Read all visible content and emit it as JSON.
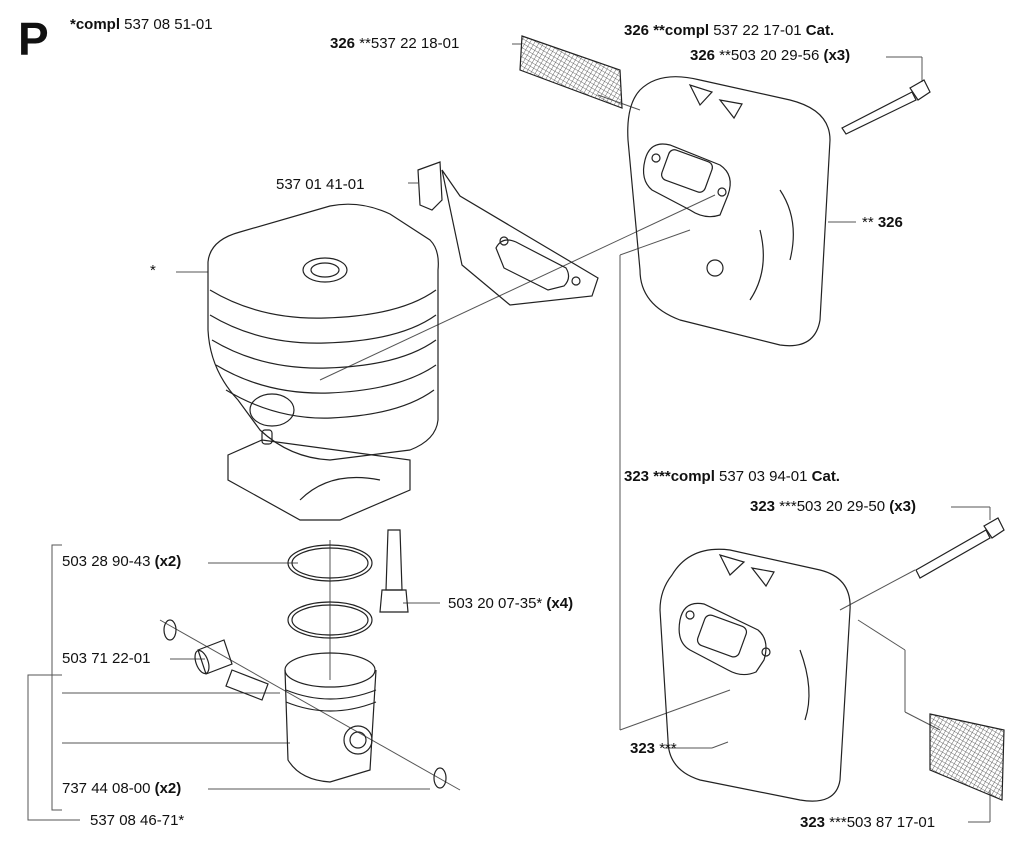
{
  "section_letter": "P",
  "labels": {
    "compl_cyl": {
      "bold": "*compl",
      "text": " 537 08 51-01",
      "bold2": ""
    },
    "screen_top": {
      "bold": "326",
      "text": " **537 22 18-01",
      "bold2": ""
    },
    "muffler_top_cat": {
      "bold": "326 **compl",
      "text": " 537 22 17-01 ",
      "bold2": "Cat."
    },
    "bolt_top": {
      "bold": "326",
      "text": " **503 20 29-56 ",
      "bold2": "(x3)"
    },
    "muffler_top_ref": {
      "bold": "",
      "text": "** ",
      "bold2": "326"
    },
    "plate": {
      "bold": "",
      "text": "537 01 41-01",
      "bold2": ""
    },
    "star": {
      "bold": "",
      "text": "*",
      "bold2": ""
    },
    "muffler_bot_cat": {
      "bold": "323 ***compl",
      "text": " 537 03 94-01 ",
      "bold2": "Cat."
    },
    "bolt_bot": {
      "bold": "323",
      "text": " ***503 20 29-50 ",
      "bold2": "(x3)"
    },
    "ring": {
      "bold": "",
      "text": "503 28 90-43 ",
      "bold2": "(x2)"
    },
    "cyl_bolt": {
      "bold": "",
      "text": "503 20 07-35* ",
      "bold2": "(x4)"
    },
    "bearing": {
      "bold": "",
      "text": "503 71 22-01",
      "bold2": ""
    },
    "circlip": {
      "bold": "",
      "text": "737 44 08-00 ",
      "bold2": "(x2)"
    },
    "piston": {
      "bold": "",
      "text": "537 08 46-71*",
      "bold2": ""
    },
    "muffler_bot_ref": {
      "bold": "323",
      "text": " ***",
      "bold2": ""
    },
    "screen_bot": {
      "bold": "323",
      "text": " ***503 87 17-01",
      "bold2": ""
    }
  }
}
